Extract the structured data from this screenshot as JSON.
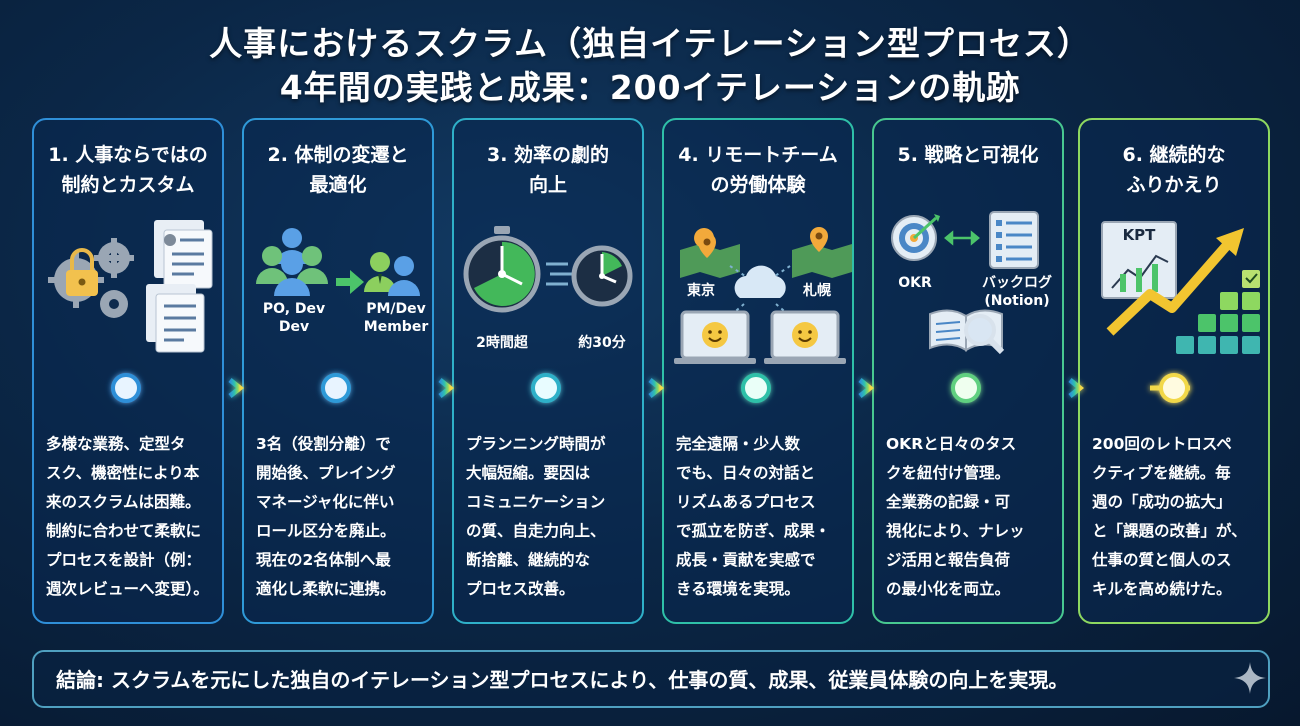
{
  "title": {
    "line1": "人事におけるスクラム（独自イテレーション型プロセス）",
    "line2": "4年間の実践と成果：200イテレーションの軌跡"
  },
  "steps": [
    {
      "title": "1. 人事ならではの\n制約とカスタム",
      "icons": [
        "lock-gears-icon",
        "documents-icon"
      ],
      "body": "多様な業務、定型タ\nスク、機密性により本\n来のスクラムは困難。\n制約に合わせて柔軟に\nプロセスを設計（例：\n週次レビューへ変更）。",
      "color": "#2f8fd8"
    },
    {
      "title": "2. 体制の変遷と\n最適化",
      "label_left": "PO, Dev\nDev",
      "label_right": "PM/Dev\nMember",
      "icons": [
        "team-icon",
        "arrow-right-icon",
        "pair-icon"
      ],
      "body": "3名（役割分離）で\n開始後、プレイング\nマネージャ化に伴い\nロール区分を廃止。\n現在の2名体制へ最\n適化し柔軟に連携。",
      "color": "#2f9ad8"
    },
    {
      "title": "3. 効率の劇的\n向上",
      "label_left": "2時間超",
      "label_right": "約30分",
      "icons": [
        "stopwatch-icon",
        "fast-clock-icon"
      ],
      "body": "プランニング時間が\n大幅短縮。要因は\nコミュニケーション\nの質、自走力向上、\n断捨離、継続的な\nプロセス改善。",
      "color": "#2fb0c8"
    },
    {
      "title": "4. リモートチーム\nの労働体験",
      "label_left": "東京",
      "label_right": "札幌",
      "icons": [
        "map-pin-icon",
        "cloud-icon",
        "laptop-smile-icon"
      ],
      "body": "完全遠隔・少人数\nでも、日々の対話と\nリズムあるプロセス\nで孤立を防ぎ、成果・\n成長・貢献を実感で\nきる環境を実現。",
      "color": "#2fc0a8"
    },
    {
      "title": "5. 戦略と可視化",
      "label_left": "OKR",
      "label_right": "バックログ\n(Notion)",
      "icons": [
        "target-icon",
        "checklist-icon",
        "book-magnifier-icon"
      ],
      "body": "OKRと日々のタス\nクを紐付け管理。\n全業務の記録・可\n視化により、ナレッ\nジ活用と報告負荷\nの最小化を両立。",
      "color": "#48c890"
    },
    {
      "title": "6. 継続的な\nふりかえり",
      "label_left": "KPT",
      "icons": [
        "kpt-board-icon",
        "growth-arrow-icon",
        "bar-steps-icon"
      ],
      "body": "200回のレトロスペ\nクティブを継続。毎\n週の「成功の拡大」\nと「課題の改善」が、\n仕事の質と個人のス\nキルを高め続けた。",
      "color": "#8ed860"
    }
  ],
  "conclusion": "結論: スクラムを元にした独自のイテレーション型プロセスにより、仕事の質、成果、従業員体験の向上を実現。"
}
